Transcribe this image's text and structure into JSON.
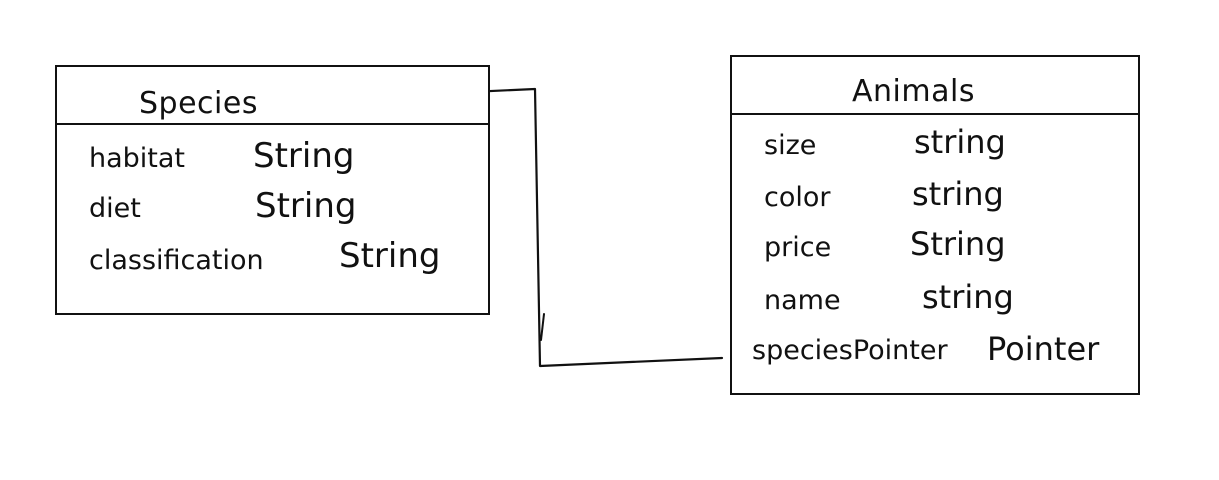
{
  "diagram": {
    "entities": [
      {
        "id": "species",
        "title": "Species",
        "fields": [
          {
            "name": "habitat",
            "type": "String"
          },
          {
            "name": "diet",
            "type": "String"
          },
          {
            "name": "classification",
            "type": "String"
          }
        ]
      },
      {
        "id": "animals",
        "title": "Animals",
        "fields": [
          {
            "name": "size",
            "type": "string"
          },
          {
            "name": "color",
            "type": "string"
          },
          {
            "name": "price",
            "type": "String"
          },
          {
            "name": "name",
            "type": "string"
          },
          {
            "name": "speciesPointer",
            "type": "Pointer"
          }
        ]
      }
    ],
    "relationships": [
      {
        "from": "animals.speciesPointer",
        "to": "species"
      }
    ]
  },
  "colors": {
    "ink": "#111111",
    "background": "#ffffff"
  }
}
